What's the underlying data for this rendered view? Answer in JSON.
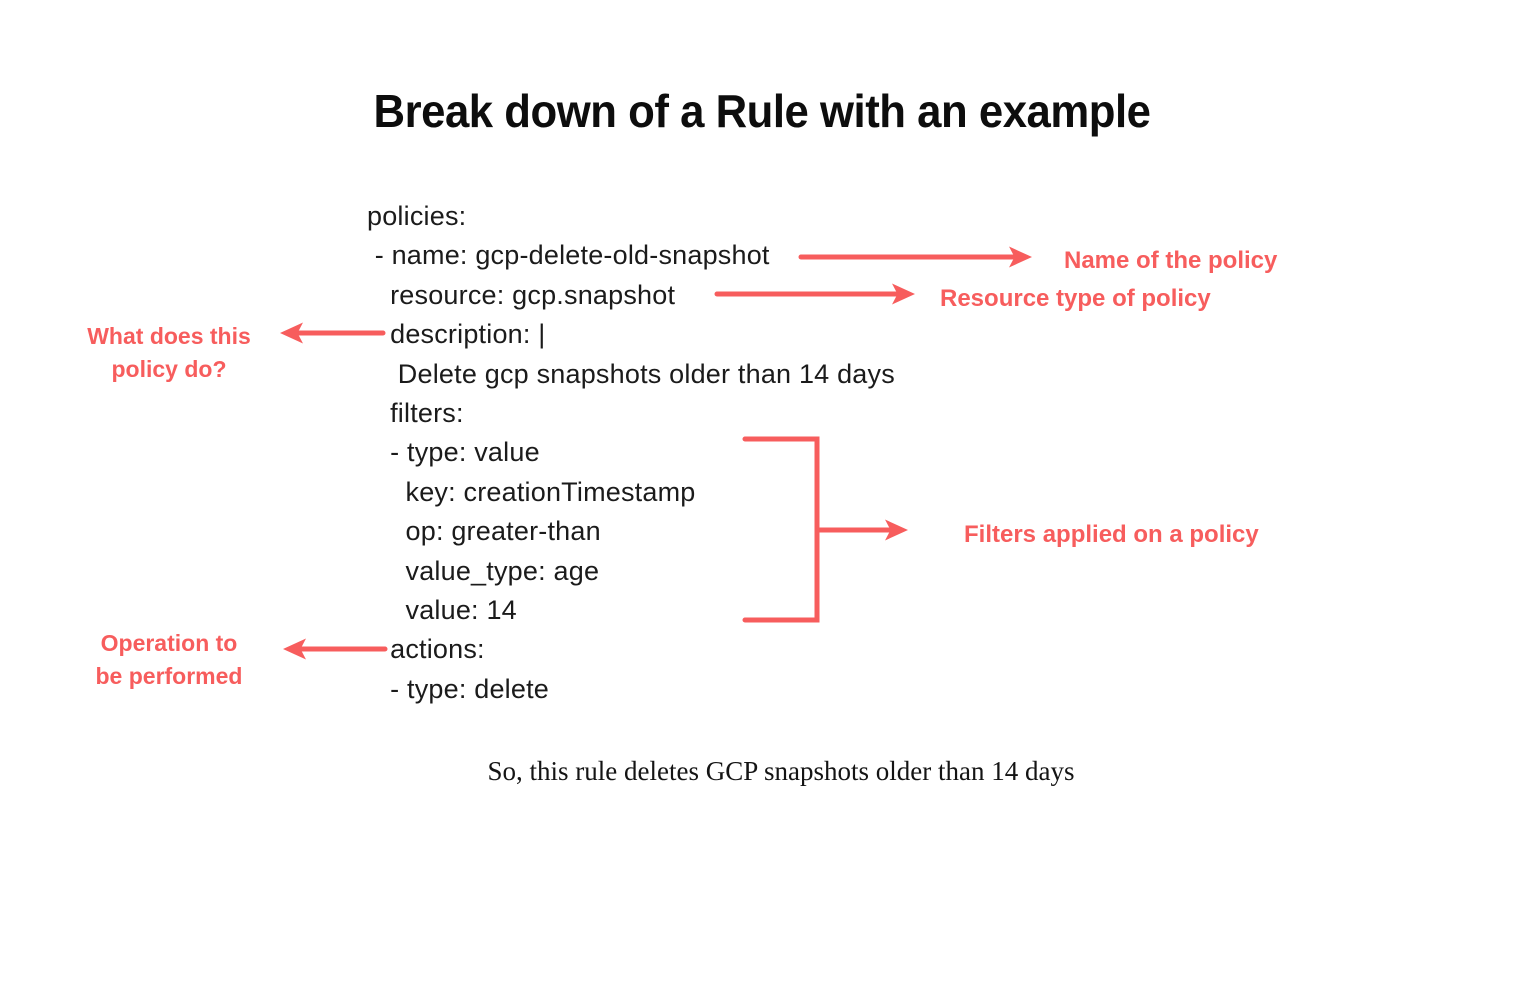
{
  "title": "Break down of a Rule with an example",
  "accent_color": "#f75d5d",
  "code": {
    "lines": [
      "policies:",
      " - name: gcp-delete-old-snapshot",
      "   resource: gcp.snapshot",
      "   description: |",
      "    Delete gcp snapshots older than 14 days",
      "   filters:",
      "   - type: value",
      "     key: creationTimestamp",
      "     op: greater-than",
      "     value_type: age",
      "     value: 14",
      "   actions:",
      "   - type: delete"
    ]
  },
  "annotations": {
    "name_label": "Name of the policy",
    "resource_label": "Resource type of policy",
    "description_label_line1": "What does this",
    "description_label_line2": "policy do?",
    "filters_label": "Filters applied on a policy",
    "actions_label_line1": "Operation to",
    "actions_label_line2": "be performed"
  },
  "footer": "So, this rule deletes GCP snapshots older than 14 days"
}
